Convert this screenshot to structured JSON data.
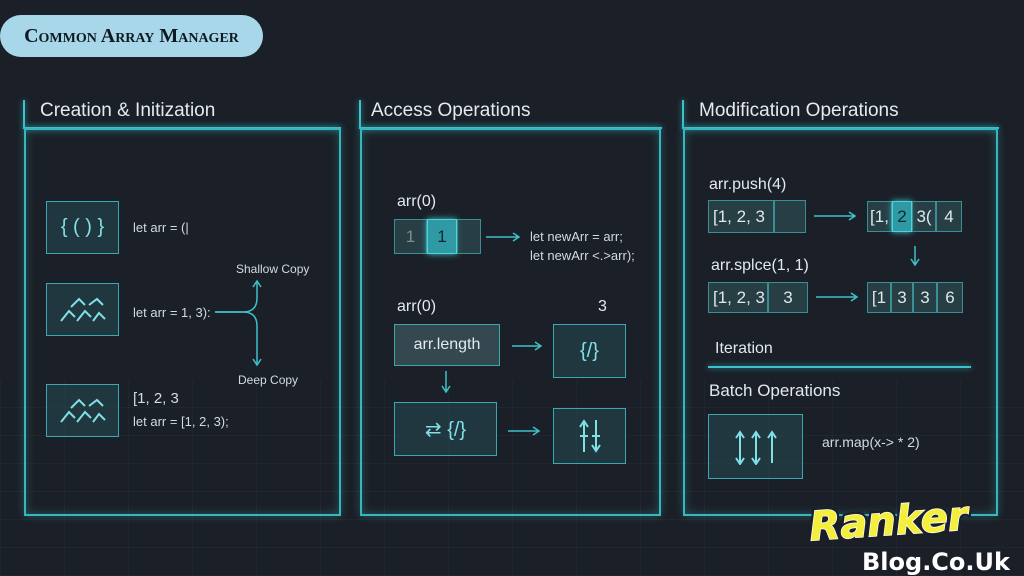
{
  "title": "Common Array Manager",
  "colors": {
    "accent": "#3fc1c9",
    "pill": "#a9d7ea",
    "background": "#1b1f27",
    "logo_fill": "#f4ef3a"
  },
  "creation": {
    "heading": "Creation & Initization",
    "icons": [
      "braces-icon",
      "wave-icon",
      "wave-icon"
    ],
    "line1": "let arr = (|",
    "line2": "let arr = 1, 3):",
    "line3a": "[1, 2, 3",
    "line3b": "let arr = [1, 2, 3);",
    "shallow": "Shallow Copy",
    "deep": "Deep Copy",
    "icon1_glyph": "{ ( ) }"
  },
  "access": {
    "heading": "Access Operations",
    "arr0_a": "arr(0)",
    "cells": [
      "1",
      "1",
      ""
    ],
    "new_line1": "let newArr = arr;",
    "new_line2": "let newArr <.>arr);",
    "arr0_b": "arr(0)",
    "three": "3",
    "length_label": "arr.length",
    "code_glyph": "{/}",
    "loop_glyph": "⇄ {/}"
  },
  "modification": {
    "heading": "Modification Operations",
    "push_label": "arr.push(4)",
    "push_before": [
      "[1, 2, 3",
      ""
    ],
    "push_after": [
      "[1,",
      "2",
      "3(",
      "4"
    ],
    "splice_label": "arr.splce(1, 1)",
    "splice_before": [
      "[1, 2, 3",
      "3"
    ],
    "splice_after": [
      "[1",
      "3",
      "3",
      "6"
    ],
    "iteration": "Iteration",
    "batch": "Batch Operations",
    "map_label": "arr.map(x-> * 2)"
  },
  "logo": {
    "line1": "Ranker",
    "line2": "Blog.Co.Uk"
  }
}
